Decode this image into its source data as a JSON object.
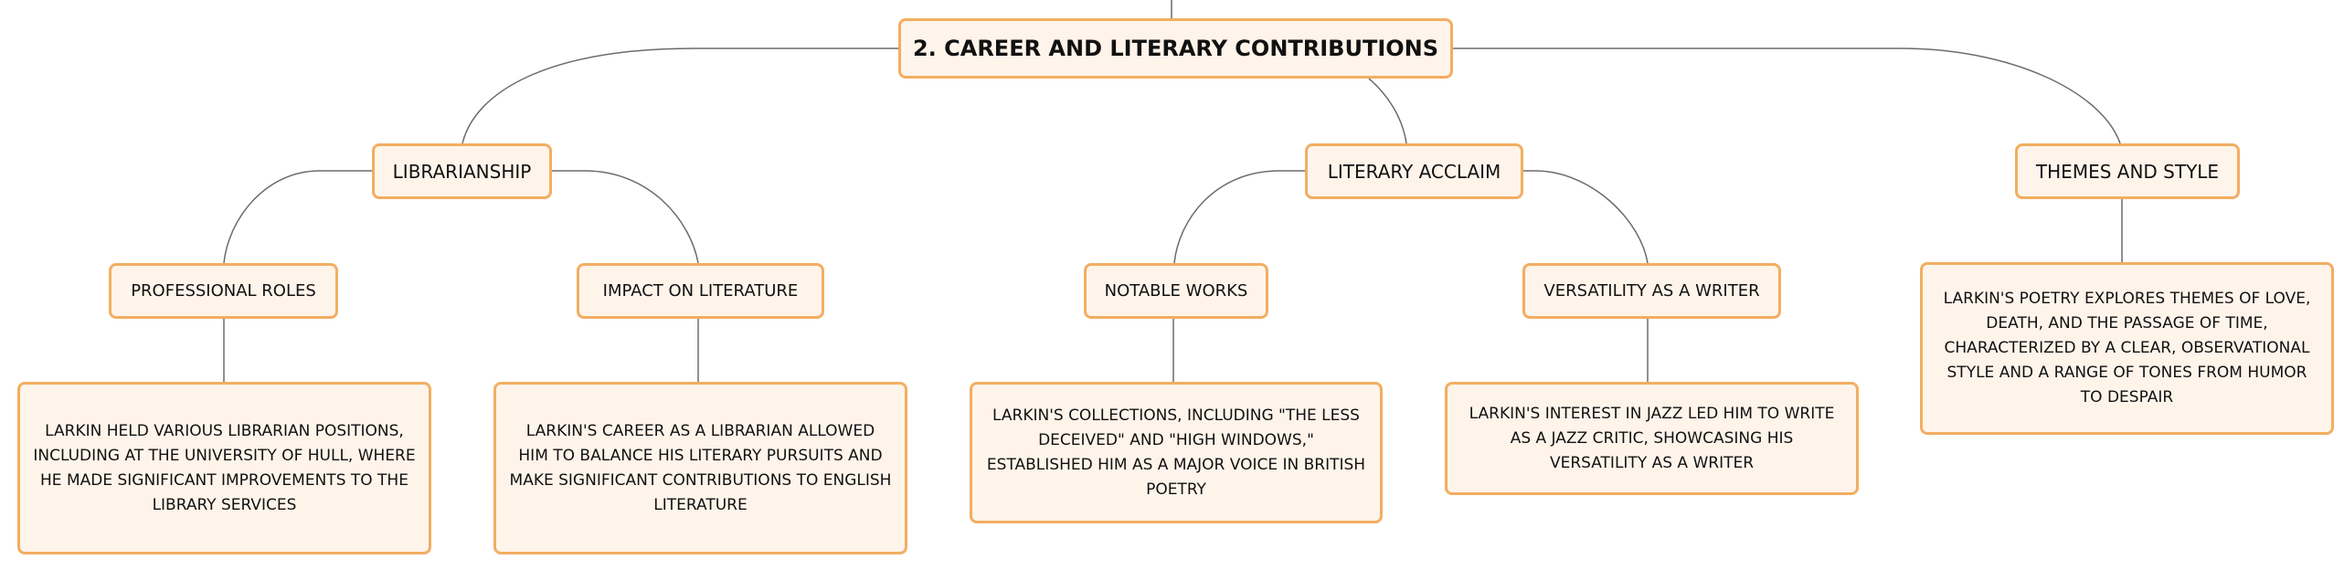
{
  "root": {
    "label": "2. CAREER AND LITERARY CONTRIBUTIONS"
  },
  "branches": [
    {
      "label": "LIBRARIANSHIP",
      "children": [
        {
          "label": "PROFESSIONAL ROLES",
          "description": "LARKIN HELD VARIOUS LIBRARIAN POSITIONS, INCLUDING AT THE UNIVERSITY OF HULL, WHERE HE MADE SIGNIFICANT IMPROVEMENTS TO THE LIBRARY SERVICES"
        },
        {
          "label": "IMPACT ON LITERATURE",
          "description": "LARKIN'S CAREER AS A LIBRARIAN ALLOWED HIM TO BALANCE HIS LITERARY PURSUITS AND MAKE SIGNIFICANT CONTRIBUTIONS TO ENGLISH LITERATURE"
        }
      ]
    },
    {
      "label": "LITERARY ACCLAIM",
      "children": [
        {
          "label": "NOTABLE WORKS",
          "description": "LARKIN'S COLLECTIONS, INCLUDING \"THE LESS DECEIVED\" AND \"HIGH WINDOWS,\" ESTABLISHED HIM AS A MAJOR VOICE IN BRITISH POETRY"
        },
        {
          "label": "VERSATILITY AS A WRITER",
          "description": "LARKIN'S INTEREST IN JAZZ LED HIM TO WRITE AS A JAZZ CRITIC, SHOWCASING HIS VERSATILITY AS A WRITER"
        }
      ]
    },
    {
      "label": "THEMES AND STYLE",
      "description": "LARKIN'S POETRY EXPLORES THEMES OF LOVE, DEATH, AND THE PASSAGE OF TIME, CHARACTERIZED BY A CLEAR, OBSERVATIONAL STYLE AND A RANGE OF TONES FROM HUMOR TO DESPAIR"
    }
  ],
  "colors": {
    "node_fill": "#fff4ea",
    "node_border": "#f2ae62",
    "connector": "#6b6b6b",
    "text": "#111111"
  }
}
